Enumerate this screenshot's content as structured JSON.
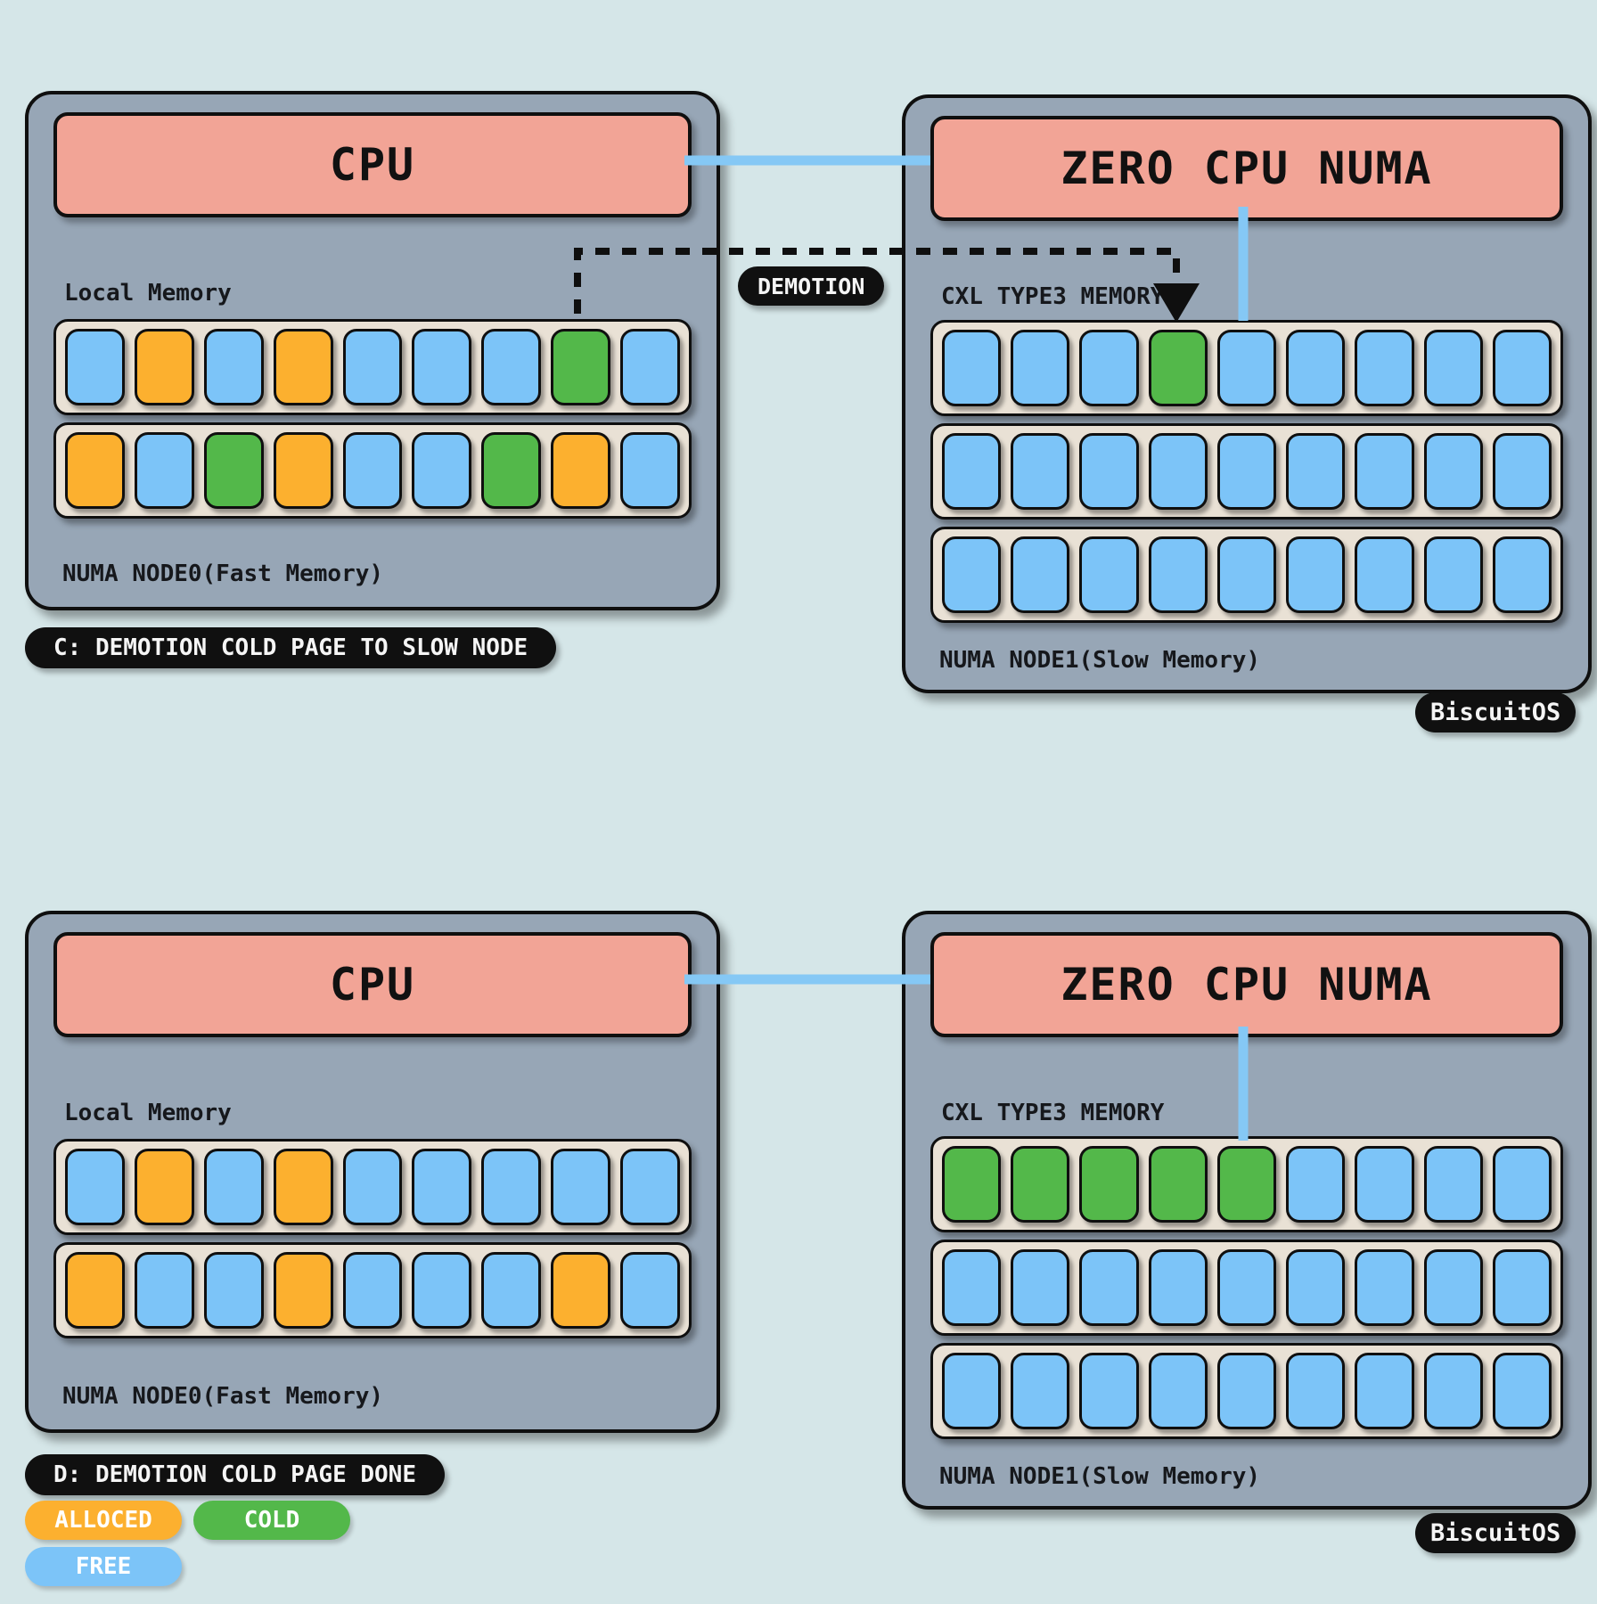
{
  "colors": {
    "background": "#d5e6e8",
    "panel": "#97a6b6",
    "ink": "#0f0f0f",
    "cpu": "#f2a496",
    "row": "#e9e1d5",
    "free": "#7cc4f8",
    "alloced": "#fcb02f",
    "cold": "#53b84a",
    "link": "#85c8f5",
    "pill_bg": "#101010",
    "pill_fg": "#f5f5f5"
  },
  "demotion_flow_label": "DEMOTION",
  "brand_badge": "BiscuitOS",
  "legend": {
    "alloced": "ALLOCED",
    "cold": "COLD",
    "free": "FREE"
  },
  "stage_c": {
    "caption": "C: DEMOTION COLD PAGE TO SLOW NODE",
    "cpu_node": {
      "title": "CPU",
      "memory_label": "Local Memory",
      "node_label": "NUMA NODE0(Fast Memory)",
      "rows": [
        [
          "free",
          "alloced",
          "free",
          "alloced",
          "free",
          "free",
          "free",
          "cold",
          "free"
        ],
        [
          "alloced",
          "free",
          "cold",
          "alloced",
          "free",
          "free",
          "cold",
          "alloced",
          "free"
        ]
      ]
    },
    "zero_cpu_node": {
      "title": "ZERO CPU NUMA",
      "memory_label": "CXL TYPE3 MEMORY",
      "node_label": "NUMA NODE1(Slow Memory)",
      "rows": [
        [
          "free",
          "free",
          "free",
          "cold",
          "free",
          "free",
          "free",
          "free",
          "free"
        ],
        [
          "free",
          "free",
          "free",
          "free",
          "free",
          "free",
          "free",
          "free",
          "free"
        ],
        [
          "free",
          "free",
          "free",
          "free",
          "free",
          "free",
          "free",
          "free",
          "free"
        ]
      ]
    }
  },
  "stage_d": {
    "caption": "D: DEMOTION COLD PAGE DONE",
    "cpu_node": {
      "title": "CPU",
      "memory_label": "Local Memory",
      "node_label": "NUMA NODE0(Fast Memory)",
      "rows": [
        [
          "free",
          "alloced",
          "free",
          "alloced",
          "free",
          "free",
          "free",
          "free",
          "free"
        ],
        [
          "alloced",
          "free",
          "free",
          "alloced",
          "free",
          "free",
          "free",
          "alloced",
          "free"
        ]
      ]
    },
    "zero_cpu_node": {
      "title": "ZERO CPU NUMA",
      "memory_label": "CXL TYPE3 MEMORY",
      "node_label": "NUMA NODE1(Slow Memory)",
      "rows": [
        [
          "cold",
          "cold",
          "cold",
          "cold",
          "cold",
          "free",
          "free",
          "free",
          "free"
        ],
        [
          "free",
          "free",
          "free",
          "free",
          "free",
          "free",
          "free",
          "free",
          "free"
        ],
        [
          "free",
          "free",
          "free",
          "free",
          "free",
          "free",
          "free",
          "free",
          "free"
        ]
      ]
    }
  }
}
